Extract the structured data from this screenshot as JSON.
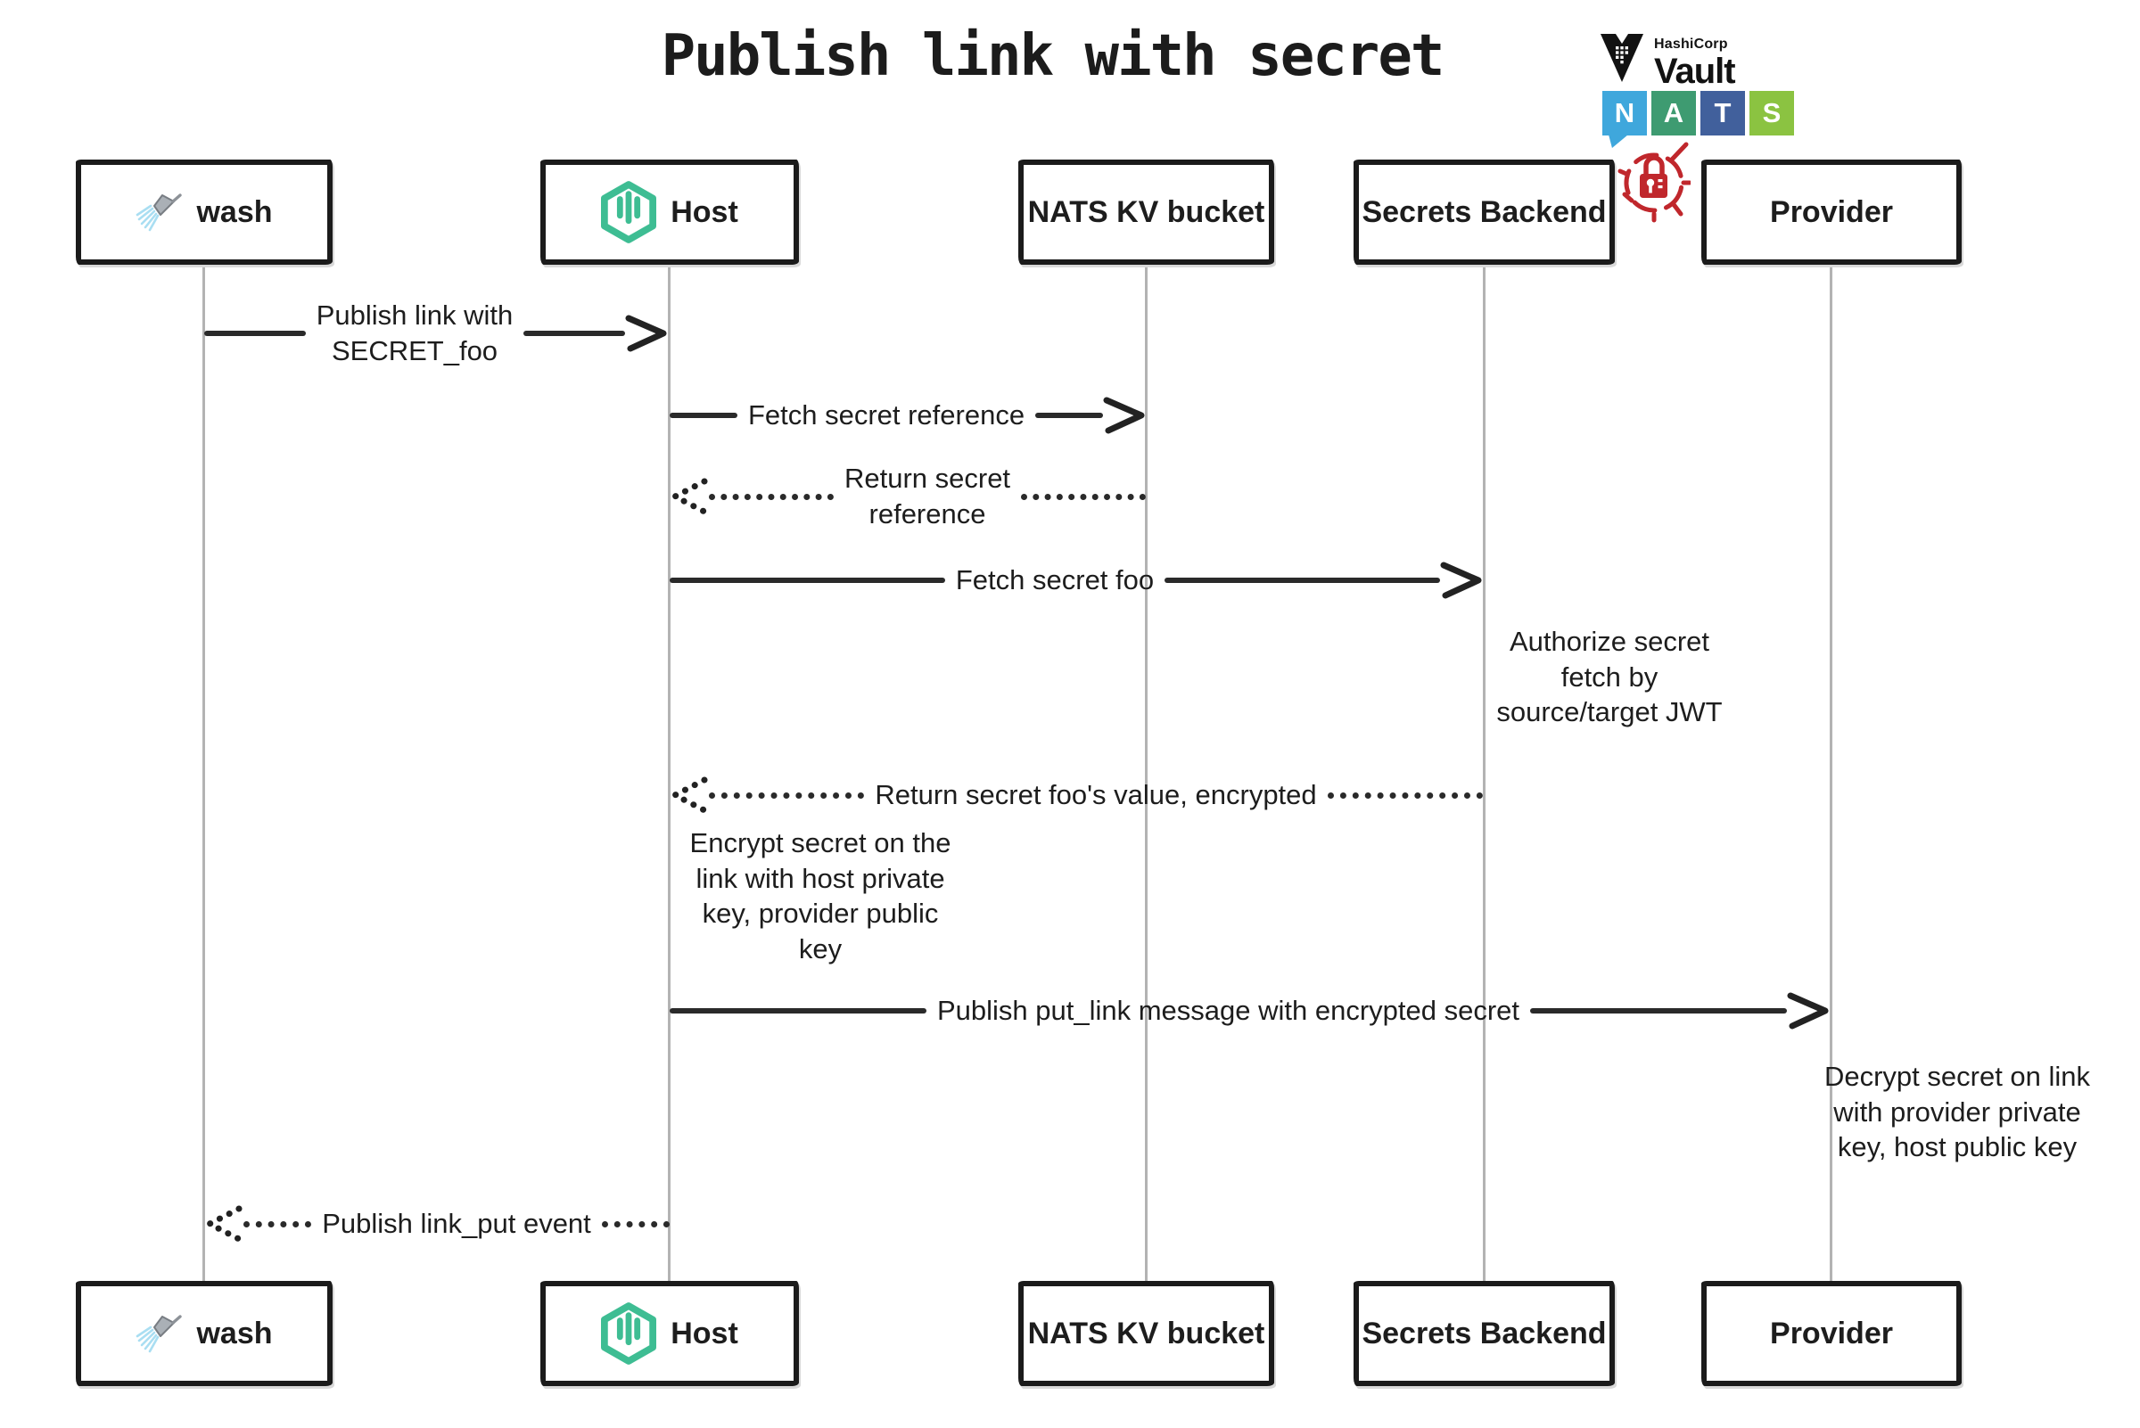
{
  "title": "Publish link with secret",
  "logos": {
    "vault": {
      "brand": "HashiCorp",
      "product": "Vault"
    },
    "nats": {
      "letters": [
        "N",
        "A",
        "T",
        "S"
      ],
      "colors": [
        "#3FA7DC",
        "#3E9B71",
        "#41609C",
        "#8BC341"
      ]
    }
  },
  "icon_colors": {
    "security_lock_red": "#c0272c",
    "wasmcloud_green": "#3EBD93"
  },
  "actors": [
    {
      "label": "wash",
      "icon": "shower-icon"
    },
    {
      "label": "Host",
      "icon": "wasmcloud-host-icon"
    },
    {
      "label": "NATS KV bucket",
      "icon": null
    },
    {
      "label": "Secrets Backend",
      "icon": null
    },
    {
      "label": "Provider",
      "icon": null
    }
  ],
  "messages": [
    {
      "lines": [
        "Publish link with",
        "SECRET_foo"
      ],
      "from": "wash",
      "to": "Host",
      "style": "solid"
    },
    {
      "lines": [
        "Fetch secret reference"
      ],
      "from": "Host",
      "to": "NATS KV bucket",
      "style": "solid"
    },
    {
      "lines": [
        "Return secret",
        "reference"
      ],
      "from": "NATS KV bucket",
      "to": "Host",
      "style": "dotted"
    },
    {
      "lines": [
        "Fetch secret foo"
      ],
      "from": "Host",
      "to": "Secrets Backend",
      "style": "solid"
    },
    {
      "lines": [
        "Return secret foo's value, encrypted"
      ],
      "from": "Secrets Backend",
      "to": "Host",
      "style": "dotted"
    },
    {
      "lines": [
        "Publish put_link message with encrypted secret"
      ],
      "from": "Host",
      "to": "Provider",
      "style": "solid"
    },
    {
      "lines": [
        "Publish link_put event"
      ],
      "from": "Host",
      "to": "wash",
      "style": "dotted"
    }
  ],
  "notes": [
    {
      "lines": [
        "Authorize secret",
        "fetch by",
        "source/target JWT"
      ],
      "near": "Secrets Backend"
    },
    {
      "lines": [
        "Encrypt secret on the",
        "link with host private",
        "key, provider public",
        "key"
      ],
      "near": "Host"
    },
    {
      "lines": [
        "Decrypt secret on link",
        "with provider private",
        "key, host public key"
      ],
      "near": "Provider"
    }
  ]
}
